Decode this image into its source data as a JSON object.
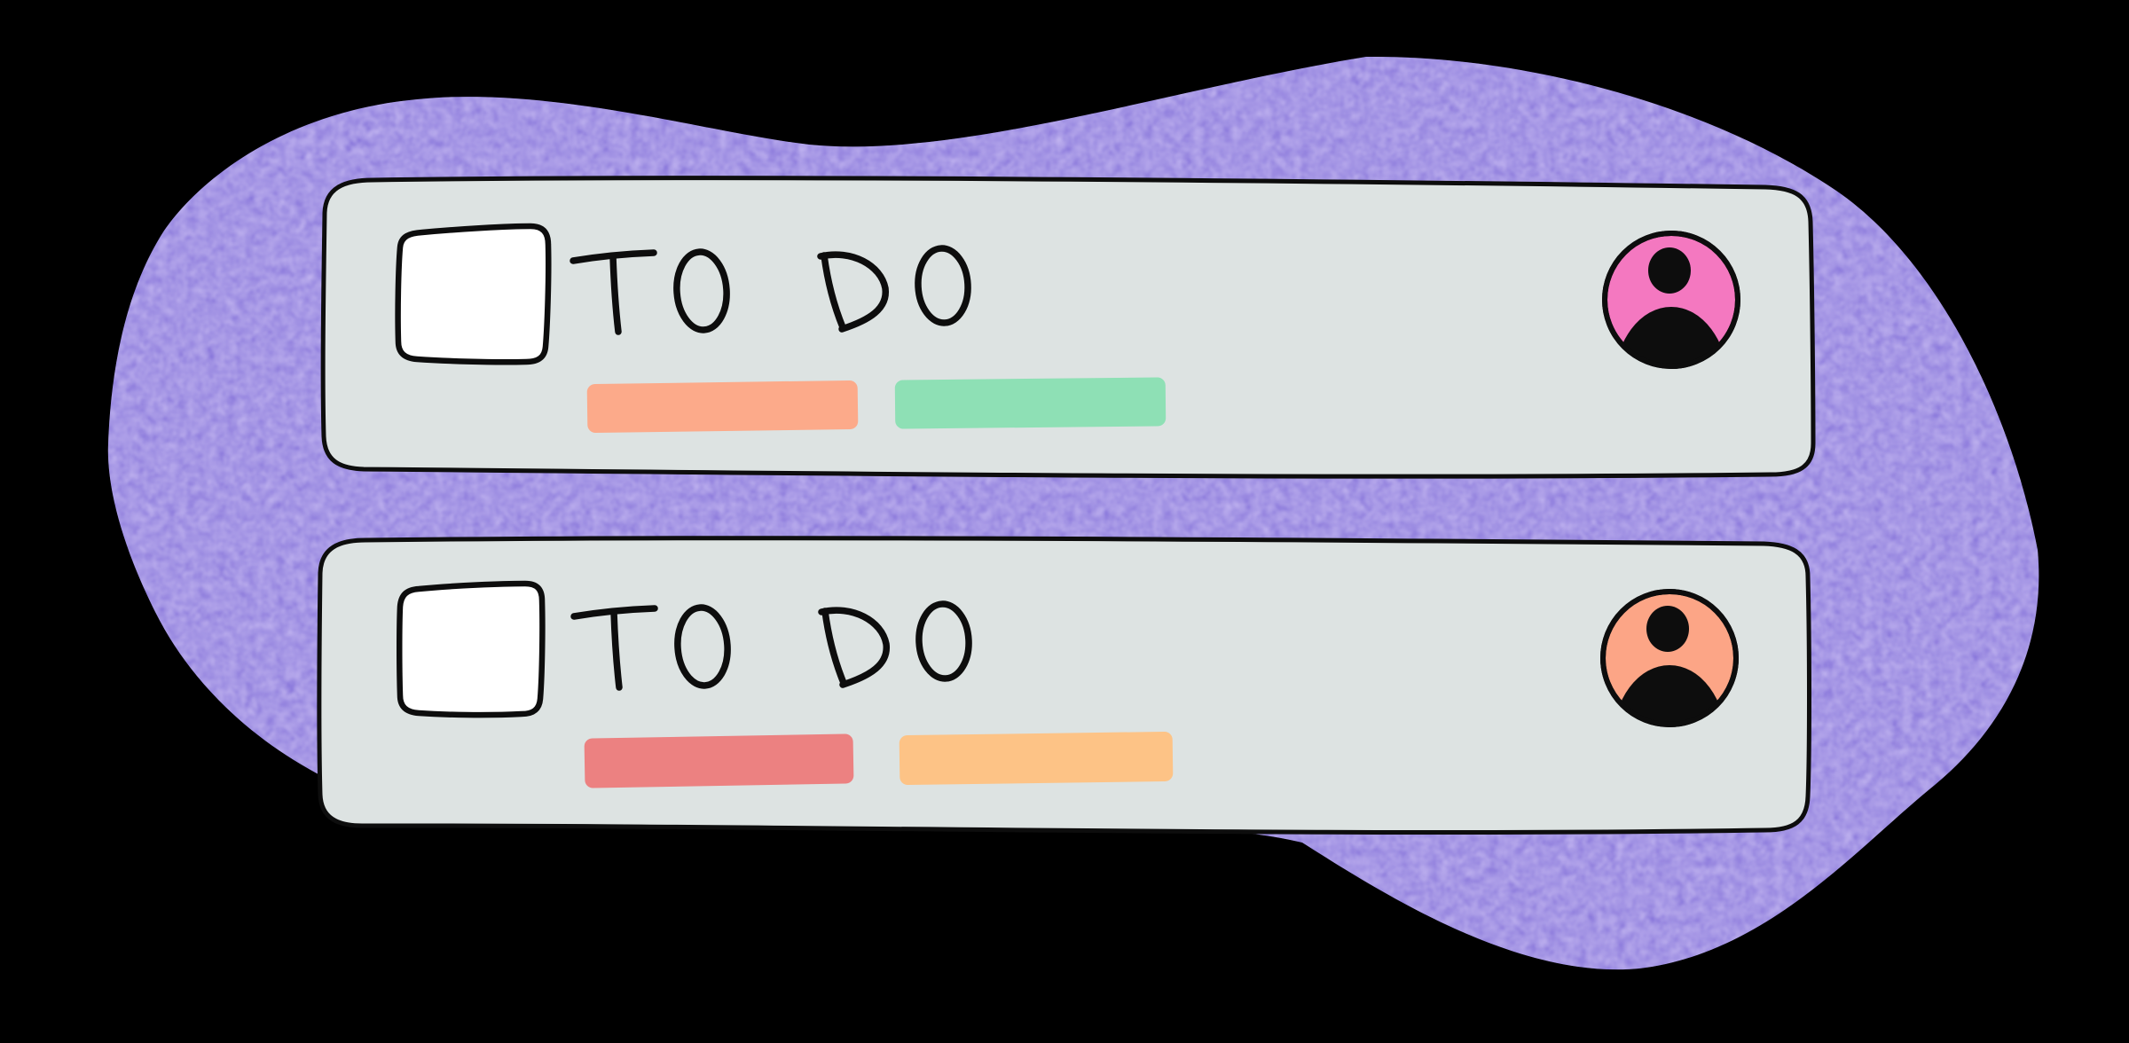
{
  "illustration": {
    "description": "Hand-drawn illustration of two to-do task cards on a purple organic blob",
    "background_color": "#000000",
    "blob_color": "#8a78dc",
    "outline_color": "#0d0d0d"
  },
  "cards": [
    {
      "title": "TO DO",
      "background_color": "#dde3e2",
      "checkbox": {
        "checked": false,
        "fill": "#ffffff"
      },
      "tags": [
        {
          "name": "tag-salmon",
          "color": "#fcaa8a"
        },
        {
          "name": "tag-green",
          "color": "#8ee0b5"
        }
      ],
      "avatar": {
        "icon": "user-icon",
        "background_color": "#f478c0",
        "silhouette_color": "#0d0d0d"
      }
    },
    {
      "title": "TO DO",
      "background_color": "#dde3e2",
      "checkbox": {
        "checked": false,
        "fill": "#ffffff"
      },
      "tags": [
        {
          "name": "tag-red",
          "color": "#ec8181"
        },
        {
          "name": "tag-amber",
          "color": "#fdc386"
        }
      ],
      "avatar": {
        "icon": "user-icon",
        "background_color": "#fca586",
        "silhouette_color": "#0d0d0d"
      }
    }
  ]
}
